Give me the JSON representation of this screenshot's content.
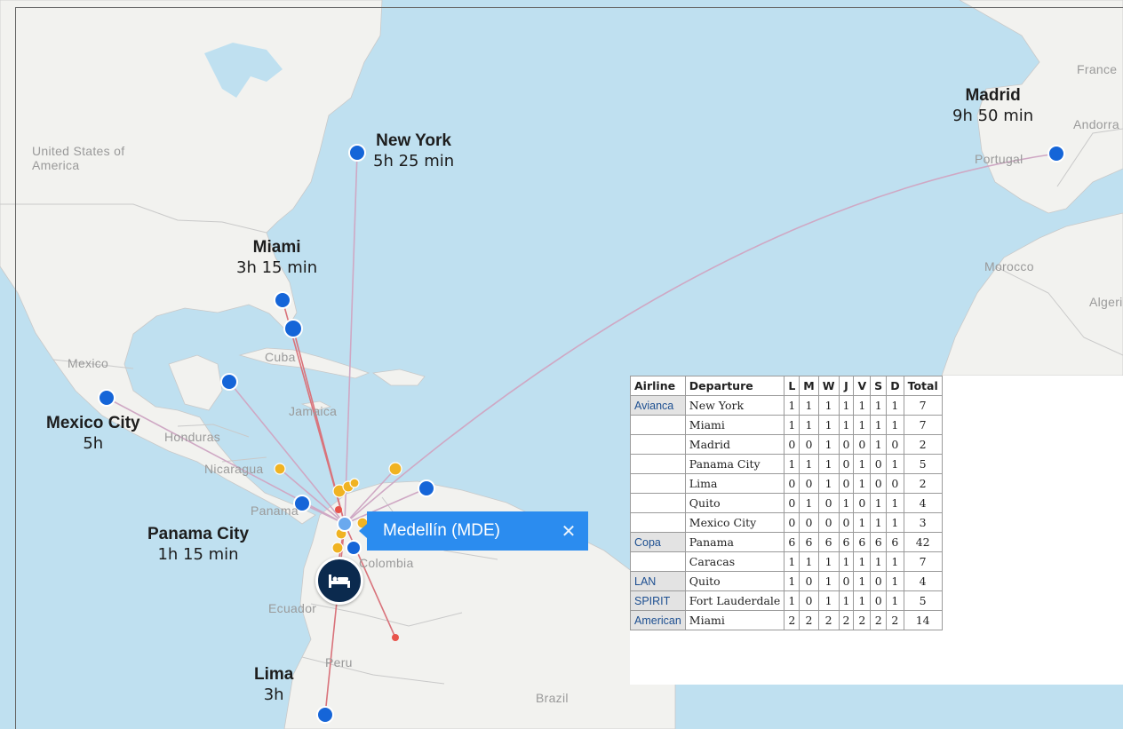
{
  "colors": {
    "water": "#bfe0f0",
    "land": "#f2f2ef",
    "border": "#c9c9c9",
    "route_line": "#cfa8c4",
    "route_line_red": "#d9737b",
    "destination_marker": "#1565d8",
    "stop_marker": "#f0b322",
    "selected_marker": "#e8534a",
    "callout": "#2b8cef",
    "hotel_pin": "#0b2a4e"
  },
  "map": {
    "geo_labels": [
      {
        "text": "United States of America"
      },
      {
        "text": "Mexico"
      },
      {
        "text": "Cuba"
      },
      {
        "text": "Jamaica"
      },
      {
        "text": "Honduras"
      },
      {
        "text": "Nicaragua"
      },
      {
        "text": "Panama"
      },
      {
        "text": "Colombia"
      },
      {
        "text": "Ecuador"
      },
      {
        "text": "Peru"
      },
      {
        "text": "Brazil"
      },
      {
        "text": "Morocco"
      },
      {
        "text": "Portugal"
      },
      {
        "text": "France"
      },
      {
        "text": "Andorra"
      },
      {
        "text": "Algeria"
      }
    ],
    "cities": [
      {
        "name": "New York",
        "time": "5h 25 min"
      },
      {
        "name": "Madrid",
        "time": "9h 50 min"
      },
      {
        "name": "Miami",
        "time": "3h 15 min"
      },
      {
        "name": "Mexico City",
        "time": "5h"
      },
      {
        "name": "Panama City",
        "time": "1h 15 min"
      },
      {
        "name": "Lima",
        "time": "3h"
      }
    ],
    "icons": {
      "hotel": "bed-icon",
      "close": "close-icon"
    }
  },
  "callout": {
    "label": "Medellín (MDE)",
    "close": "✕"
  },
  "schedule_table": {
    "headers": [
      "Airline",
      "Departure",
      "L",
      "M",
      "W",
      "J",
      "V",
      "S",
      "D",
      "Total"
    ],
    "rows": [
      {
        "airline": "Avianca",
        "departure": "New York",
        "days": [
          "1",
          "1",
          "1",
          "1",
          "1",
          "1",
          "1"
        ],
        "total": "7"
      },
      {
        "airline": "",
        "departure": "Miami",
        "days": [
          "1",
          "1",
          "1",
          "1",
          "1",
          "1",
          "1"
        ],
        "total": "7"
      },
      {
        "airline": "",
        "departure": "Madrid",
        "days": [
          "0",
          "0",
          "1",
          "0",
          "0",
          "1",
          "0"
        ],
        "total": "2"
      },
      {
        "airline": "",
        "departure": "Panama City",
        "days": [
          "1",
          "1",
          "1",
          "0",
          "1",
          "0",
          "1"
        ],
        "total": "5"
      },
      {
        "airline": "",
        "departure": "Lima",
        "days": [
          "0",
          "0",
          "1",
          "0",
          "1",
          "0",
          "0"
        ],
        "total": "2"
      },
      {
        "airline": "",
        "departure": "Quito",
        "days": [
          "0",
          "1",
          "0",
          "1",
          "0",
          "1",
          "1"
        ],
        "total": "4"
      },
      {
        "airline": "",
        "departure": "Mexico City",
        "days": [
          "0",
          "0",
          "0",
          "0",
          "1",
          "1",
          "1"
        ],
        "total": "3"
      },
      {
        "airline": "Copa",
        "departure": "Panama",
        "days": [
          "6",
          "6",
          "6",
          "6",
          "6",
          "6",
          "6"
        ],
        "total": "42"
      },
      {
        "airline": "",
        "departure": "Caracas",
        "days": [
          "1",
          "1",
          "1",
          "1",
          "1",
          "1",
          "1"
        ],
        "total": "7"
      },
      {
        "airline": "LAN",
        "departure": "Quito",
        "days": [
          "1",
          "0",
          "1",
          "0",
          "1",
          "0",
          "1"
        ],
        "total": "4"
      },
      {
        "airline": "SPIRIT",
        "departure": "Fort Lauderdale",
        "days": [
          "1",
          "0",
          "1",
          "1",
          "1",
          "0",
          "1"
        ],
        "total": "5"
      },
      {
        "airline": "American",
        "departure": "Miami",
        "days": [
          "2",
          "2",
          "2",
          "2",
          "2",
          "2",
          "2"
        ],
        "total": "14"
      }
    ]
  }
}
